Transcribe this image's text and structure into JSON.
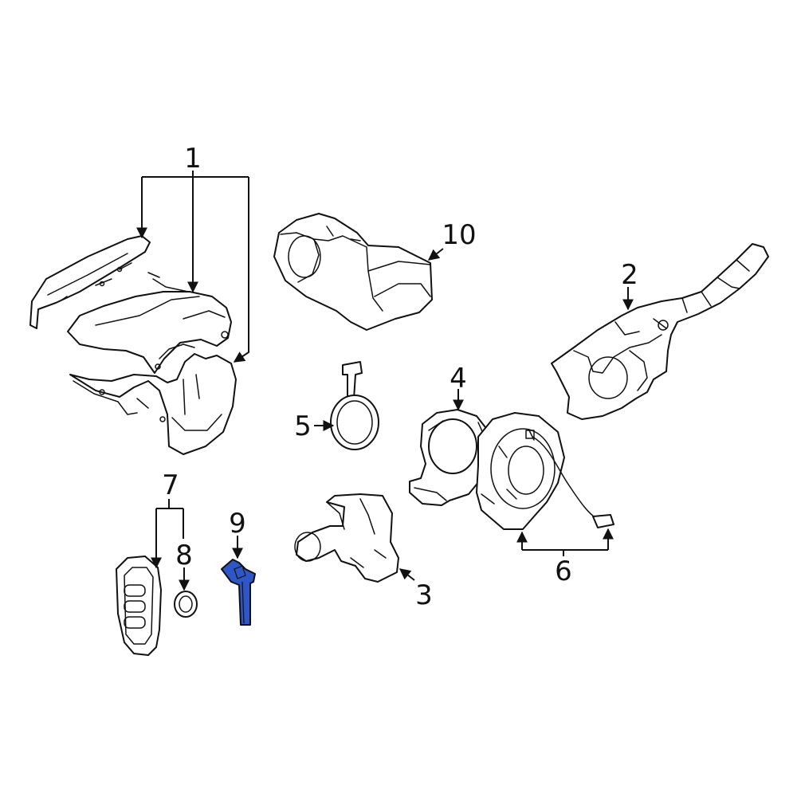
{
  "diagram": {
    "highlight_color": "#2f56c6",
    "callouts": [
      {
        "id": "c1",
        "label": "1"
      },
      {
        "id": "c2",
        "label": "2"
      },
      {
        "id": "c3",
        "label": "3"
      },
      {
        "id": "c4",
        "label": "4"
      },
      {
        "id": "c5",
        "label": "5"
      },
      {
        "id": "c6",
        "label": "6"
      },
      {
        "id": "c7",
        "label": "7"
      },
      {
        "id": "c8",
        "label": "8"
      },
      {
        "id": "c9",
        "label": "9"
      },
      {
        "id": "c10",
        "label": "10"
      }
    ]
  }
}
